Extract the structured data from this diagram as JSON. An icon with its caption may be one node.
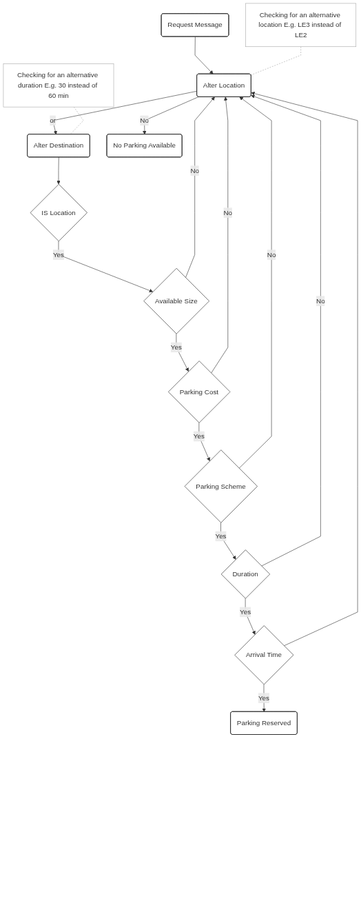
{
  "diagram": {
    "nodes": [
      {
        "text": [
          "Request Message"
        ]
      },
      {
        "text": [
          "Alter Location"
        ]
      },
      {
        "text": [
          "Alter Destination"
        ]
      },
      {
        "text": [
          "IS Location"
        ]
      },
      {
        "text": [
          "Available Size"
        ]
      },
      {
        "text": [
          "Parking Cost"
        ]
      },
      {
        "text": [
          "Parking Scheme"
        ]
      },
      {
        "text": [
          "Duration"
        ]
      },
      {
        "text": [
          "Arrival Time"
        ]
      },
      {
        "text": [
          "Parking Reserved"
        ]
      },
      {
        "text": [
          "No Parking Available"
        ]
      },
      {
        "text": [
          "Checking for an alternative location E.g. LE3 instead of LE2"
        ]
      },
      {
        "text": [
          "Checking for an alternative duration E.g. 30 instead of 60 min"
        ]
      }
    ],
    "edges": [
      {
        "from": 0,
        "to": 1,
        "arrow": "to"
      },
      {
        "from": 1,
        "to": 2,
        "arrow": "to",
        "label": "or"
      },
      {
        "from": 2,
        "to": 3,
        "arrow": "to"
      },
      {
        "from": 3,
        "to": 4,
        "arrow": "to",
        "label": "Yes"
      },
      {
        "from": 4,
        "to": 5,
        "arrow": "to",
        "label": "Yes"
      },
      {
        "from": 5,
        "to": 6,
        "arrow": "to",
        "label": "Yes"
      },
      {
        "from": 6,
        "to": 7,
        "arrow": "to",
        "label": "Yes"
      },
      {
        "from": 7,
        "to": 8,
        "arrow": "to",
        "label": "Yes"
      },
      {
        "from": 8,
        "to": 9,
        "arrow": "to",
        "label": "Yes"
      },
      {
        "from": 1,
        "to": 10,
        "arrow": "to",
        "label": "No"
      },
      {
        "from": 4,
        "to": 1,
        "arrow": "to",
        "label": "No"
      },
      {
        "from": 5,
        "to": 1,
        "arrow": "to",
        "label": "No"
      },
      {
        "from": 6,
        "to": 1,
        "arrow": "to",
        "label": "No"
      },
      {
        "from": 7,
        "to": 1,
        "arrow": "to",
        "label": "No"
      },
      {
        "from": 8,
        "to": 1,
        "arrow": "to"
      },
      {
        "from": 11,
        "to": 1,
        "arrow": "none",
        "style": "dashed",
        "color": "#a0a0a0"
      },
      {
        "from": 12,
        "to": 2,
        "arrow": "none",
        "style": "dashed",
        "color": "#a0a0a0"
      }
    ]
  }
}
